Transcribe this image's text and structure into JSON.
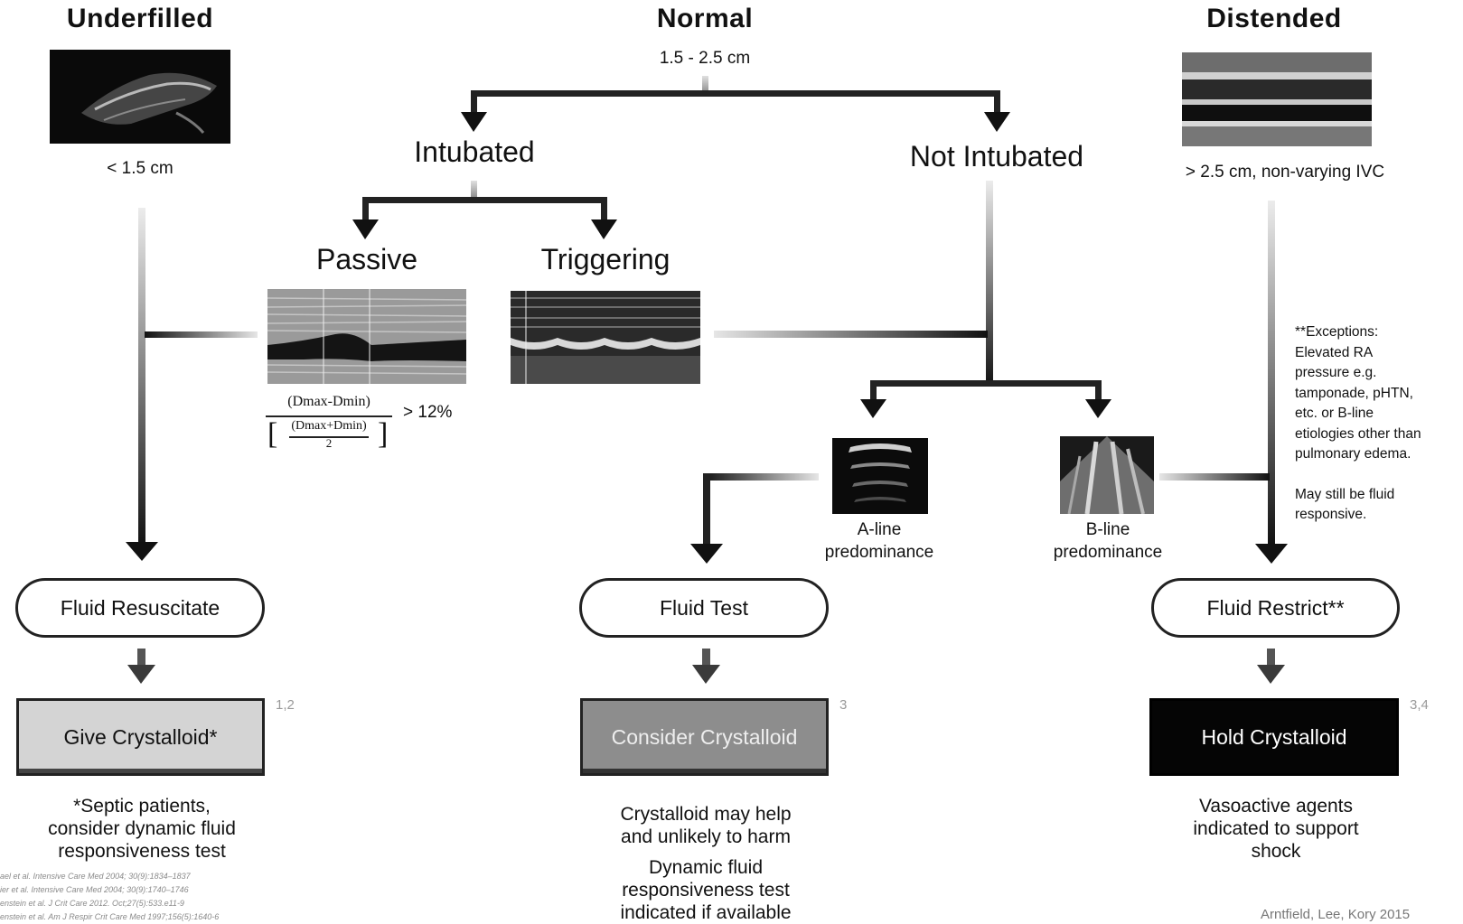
{
  "columns": {
    "underfilled": {
      "title": "Underfilled",
      "measure": "< 1.5 cm"
    },
    "normal": {
      "title": "Normal",
      "measure": "1.5 - 2.5 cm"
    },
    "distended": {
      "title": "Distended",
      "measure": "> 2.5 cm, non-varying IVC"
    }
  },
  "branches": {
    "intubated": "Intubated",
    "not_intubated": "Not Intubated",
    "passive": "Passive",
    "triggering": "Triggering"
  },
  "formula": {
    "top": "(Dmax-Dmin)",
    "inner_top": "(Dmax+Dmin)",
    "inner_bottom": "2",
    "threshold": "> 12%"
  },
  "lung": {
    "a_line": [
      "A-line",
      "predominance"
    ],
    "b_line": [
      "B-line",
      "predominance"
    ]
  },
  "actions": {
    "fluid_resuscitate": "Fluid Resuscitate",
    "fluid_test": "Fluid Test",
    "fluid_restrict": "Fluid Restrict**"
  },
  "outcomes": {
    "give": {
      "label": "Give Crystalloid*",
      "ref": "1,2"
    },
    "consider": {
      "label": "Consider Crystalloid",
      "ref": "3"
    },
    "hold": {
      "label": "Hold Crystalloid",
      "ref": "3,4"
    }
  },
  "notes": {
    "septic": [
      "*Septic patients,",
      "consider dynamic fluid",
      "responsiveness test"
    ],
    "crystalloid": [
      "Crystalloid may help",
      "and unlikely to harm"
    ],
    "dynamic": [
      "Dynamic fluid",
      "responsiveness test",
      "indicated if available"
    ],
    "vasoactive": [
      "Vasoactive agents",
      "indicated to support",
      "shock"
    ],
    "exceptions": [
      "**Exceptions:",
      "Elevated RA",
      "pressure e.g.",
      "tamponade, pHTN,",
      "etc. or B-line",
      "etiologies other than",
      "pulmonary edema."
    ],
    "may_still": [
      "May still be fluid",
      "responsive."
    ]
  },
  "references": [
    "ael et al. Intensive Care Med 2004; 30(9):1834–1837",
    "ier et al. Intensive Care Med 2004; 30(9):1740–1746",
    "enstein et al. J Crit Care 2012. Oct;27(5):533.e11-9",
    "enstein et al. Am J Respir Crit Care Med 1997;156(5):1640-6"
  ],
  "credit": "Arntfield, Lee, Kory 2015"
}
